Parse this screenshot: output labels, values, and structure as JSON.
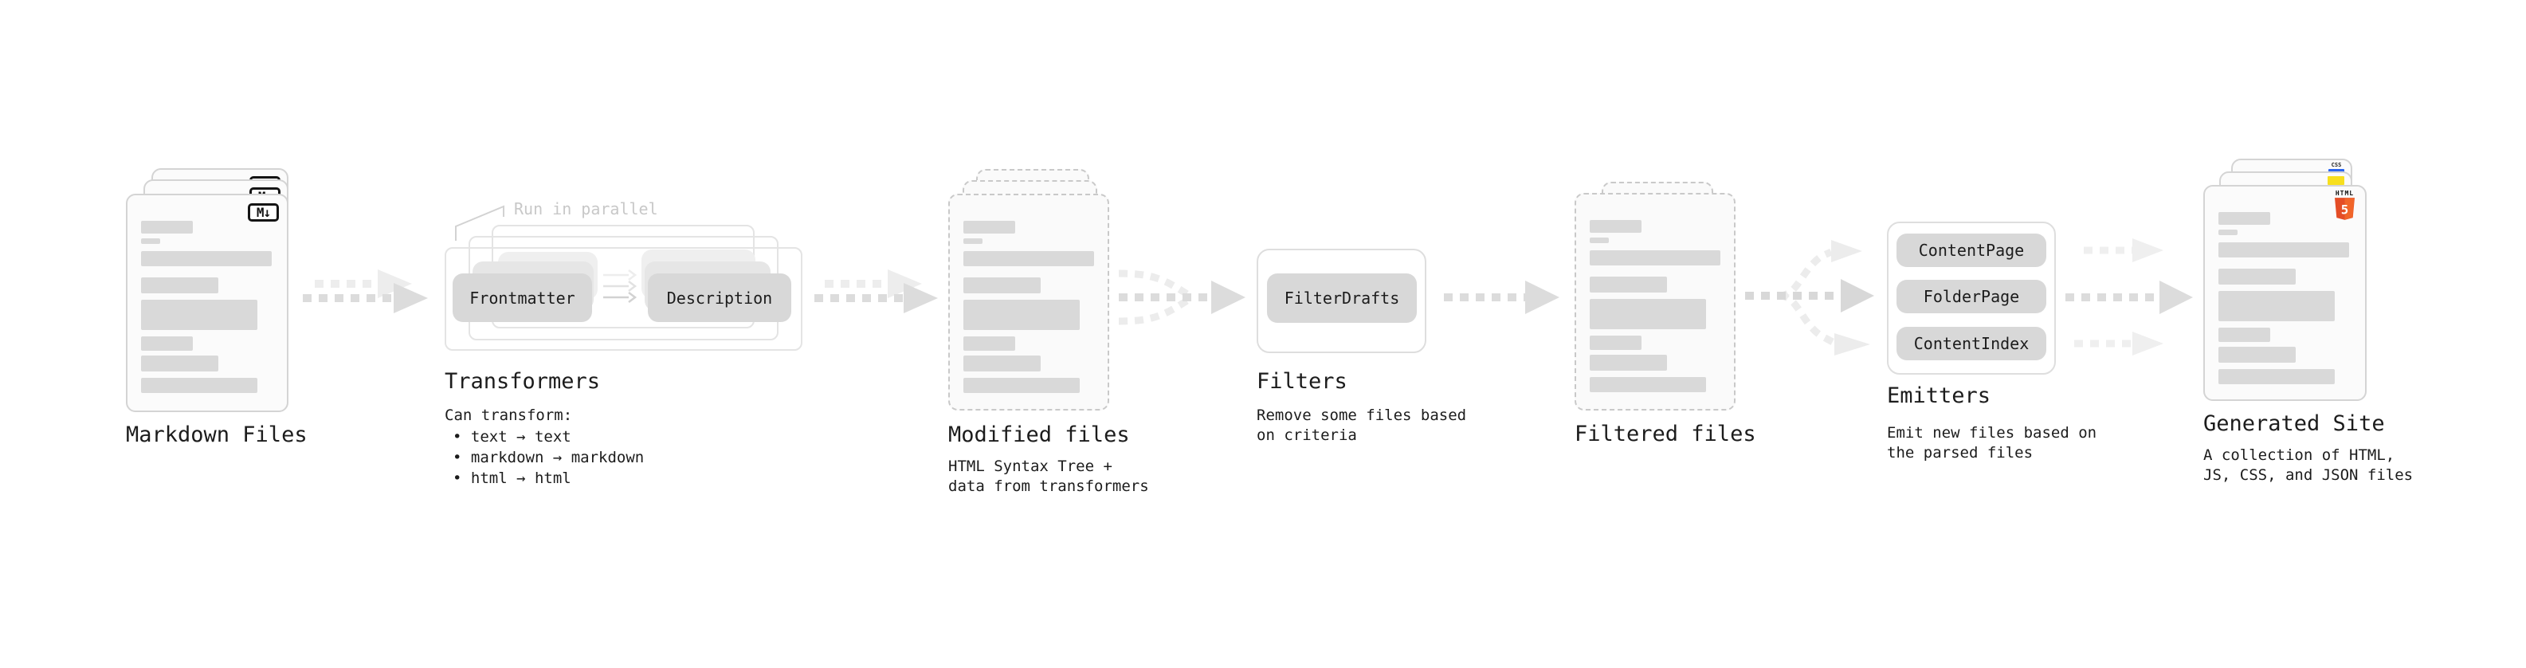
{
  "stages": {
    "markdown": {
      "label": "Markdown Files",
      "badge": "M↓"
    },
    "transformers": {
      "annotation": "Run in parallel",
      "buttons": [
        "Frontmatter",
        "Description"
      ],
      "title": "Transformers",
      "desc_heading": "Can transform:",
      "bullets": [
        "• text → text",
        "• markdown → markdown",
        "• html → html"
      ]
    },
    "modified": {
      "label": "Modified files",
      "desc": [
        "HTML Syntax Tree +",
        "data from transformers"
      ]
    },
    "filters": {
      "buttons": [
        "FilterDrafts"
      ],
      "title": "Filters",
      "desc": [
        "Remove some files based",
        "on criteria"
      ]
    },
    "filtered": {
      "label": "Filtered files"
    },
    "emitters": {
      "buttons": [
        "ContentPage",
        "FolderPage",
        "ContentIndex"
      ],
      "title": "Emitters",
      "desc": [
        "Emit new files based on",
        "the parsed files"
      ]
    },
    "generated": {
      "label": "Generated Site",
      "desc": [
        "A collection of HTML,",
        "JS, CSS, and JSON files"
      ],
      "badges": {
        "html": "HTML",
        "html_number": "5",
        "css": "CSS"
      }
    }
  },
  "icons": {
    "markdown": "markdown-icon",
    "html5": "html5-shield-icon",
    "css": "css-underline-icon",
    "js": "js-square-icon"
  },
  "colors": {
    "text": "#1c1c1c",
    "muted_annotation": "#c8c8c8",
    "node_fill": "#d8d8d8",
    "bar_fill": "#d9d9d9",
    "arrow": "#dcdcdc",
    "arrow_light": "#ededed",
    "html5_orange": "#e44d26",
    "html5_orange_light": "#f16529",
    "js_yellow": "#f7df1e",
    "css_blue": "#2965f1"
  }
}
